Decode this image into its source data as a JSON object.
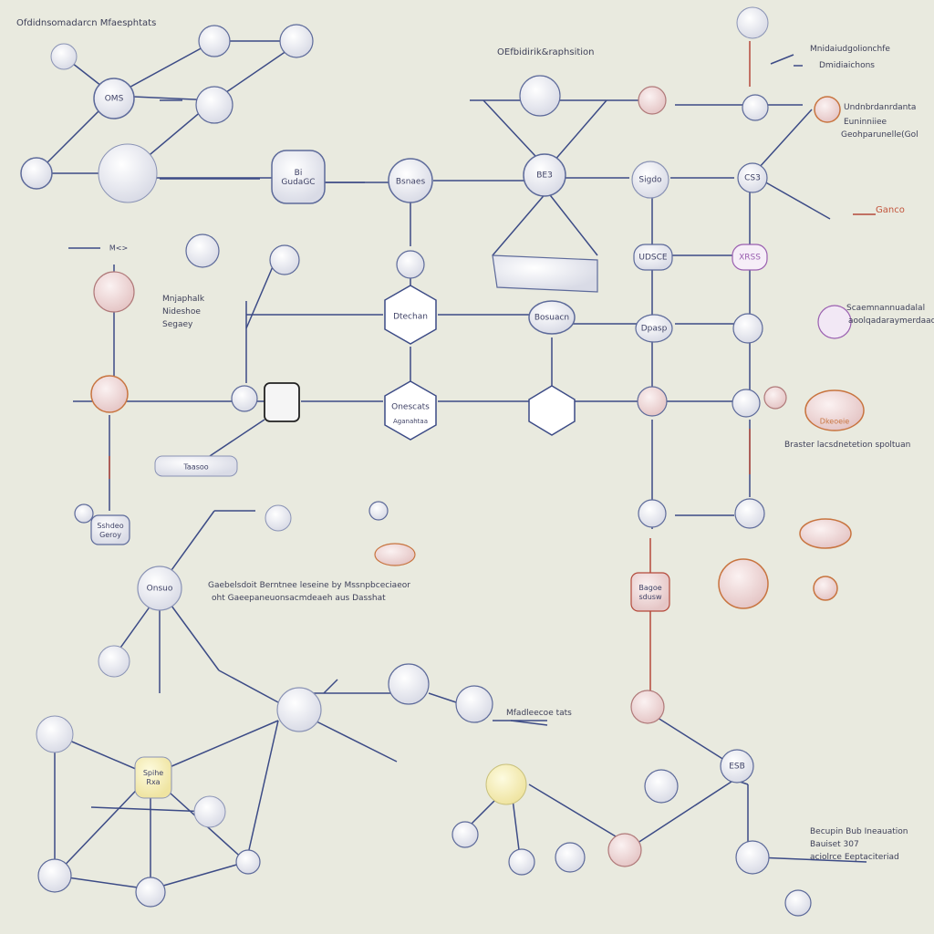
{
  "texts": {
    "title_top_left": "Ofdidnsomadarcn Mfaesphtats",
    "title_top_center": "OEfbidirik&raphsition",
    "legend_top_right_1": "Mnidaiudgolionchfe",
    "legend_top_right_2": "Dmidiaichons",
    "right_label_1": "Undnbrdanrdanta",
    "right_label_2": "Euninniiee",
    "right_label_3": "Geohparunelle(Gol",
    "right_label_red": "Ganco",
    "right_label_4": "Scaemnannuadalal",
    "right_label_5": "aoolqadaraymerdaaoe",
    "right_label_6": "Braster lacsdnetetion spoltuan",
    "left_label_1": "Mnjaphalk",
    "left_label_2": "Nideshoe",
    "left_label_3": "Segaey",
    "center_label_1": "Gaebelsdoit Berntnee leseine by Mssnpbceciaeor",
    "center_label_2": "oht Gaeepaneuonsacmdeaeh aus Dasshat",
    "bottom_label_1": "Mfadleecoe tats",
    "bottom_right_1": "Becupin Bub Ineauation",
    "bottom_right_2": "Bauiset 307",
    "bottom_right_3": "aciolrce Eeptaciteriad",
    "node_oms": "OMS",
    "node_center_top": "Bi\nGudaGC",
    "node_bsnaes": "Bsnaes",
    "node_b03": "BE3",
    "node_sigdo": "Sigdo",
    "node_cs3": "CS3",
    "node_udnce": "UDSCE",
    "node_xrs": "XRSS",
    "node_diechsn": "Dtechan",
    "node_bosuacn": "Bosuacn",
    "node_dpasp": "Dpasp",
    "node_oneosts": "Onescats",
    "node_oneosts_sub": "Aganahtaa",
    "node_left_box": "Sshdeo\nGeroy",
    "node_left_top": "M<>",
    "node_mid_left": "Taasoo",
    "node_bottom_stack": "Spihe\nRxa",
    "node_bottom_right": "ESB",
    "node_right_rust": "Dkeoeie",
    "node_bottom_left": "Onsuo",
    "node_mid_pink": "Bagoe\nsdusw"
  },
  "colors": {
    "background": "#e9eadf",
    "line_blue": "#3c4b86",
    "line_red": "#b4493a",
    "node_fill": "#f3f3f3",
    "node_stroke": "#5d6a9a",
    "accent_purple": "#9a5fb0",
    "accent_orange": "#c8743f"
  }
}
